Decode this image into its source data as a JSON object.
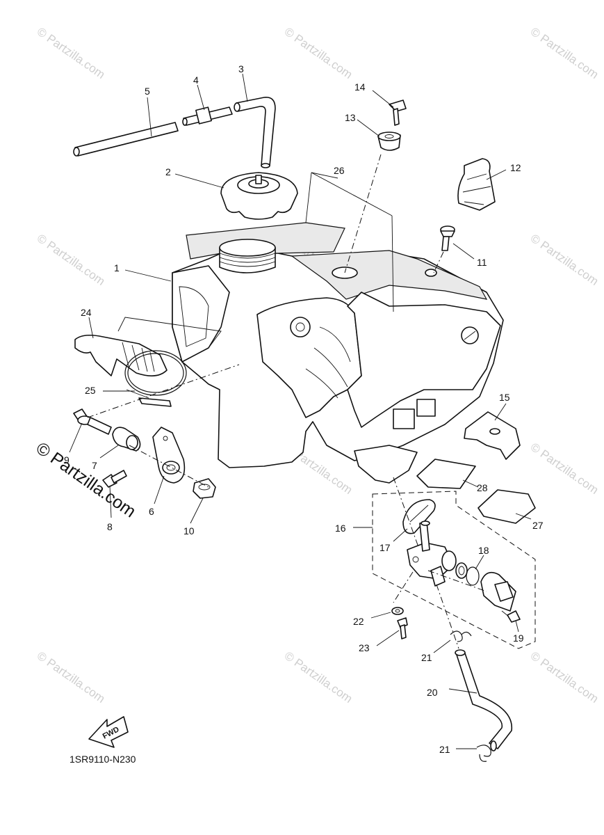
{
  "watermark": "© Partzilla.com",
  "diagram_code": "1SR9110-N230",
  "fwd_label": "FWD",
  "part_labels": [
    "1",
    "2",
    "3",
    "4",
    "5",
    "6",
    "7",
    "8",
    "9",
    "10",
    "11",
    "12",
    "13",
    "14",
    "15",
    "16",
    "17",
    "18",
    "19",
    "20",
    "21",
    "21",
    "22",
    "23",
    "24",
    "25",
    "26",
    "27",
    "28"
  ]
}
